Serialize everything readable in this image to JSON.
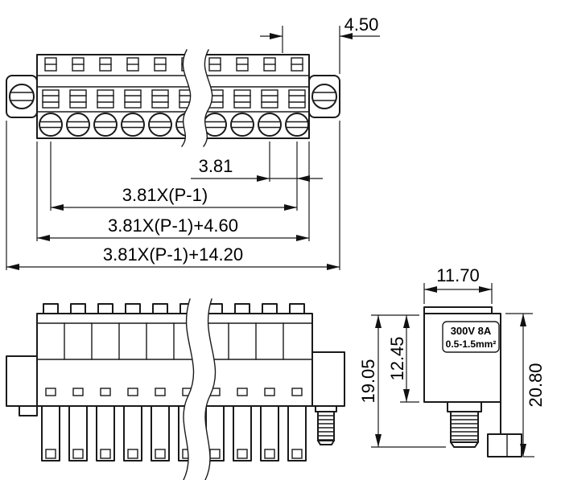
{
  "top_view": {
    "dim_flange_offset": "4.50",
    "dim_pitch": "3.81",
    "dim_span_poles": "3.81X(P-1)",
    "dim_span_body": "3.81X(P-1)+4.60",
    "dim_span_total": "3.81X(P-1)+14.20"
  },
  "side_view": {
    "dim_top_width": "11.70",
    "dim_body_height": "12.45",
    "dim_screw_height": "19.05",
    "dim_total_height": "20.80",
    "rating": {
      "line1": "300V 8A",
      "line2": "0.5-1.5mm²"
    }
  }
}
